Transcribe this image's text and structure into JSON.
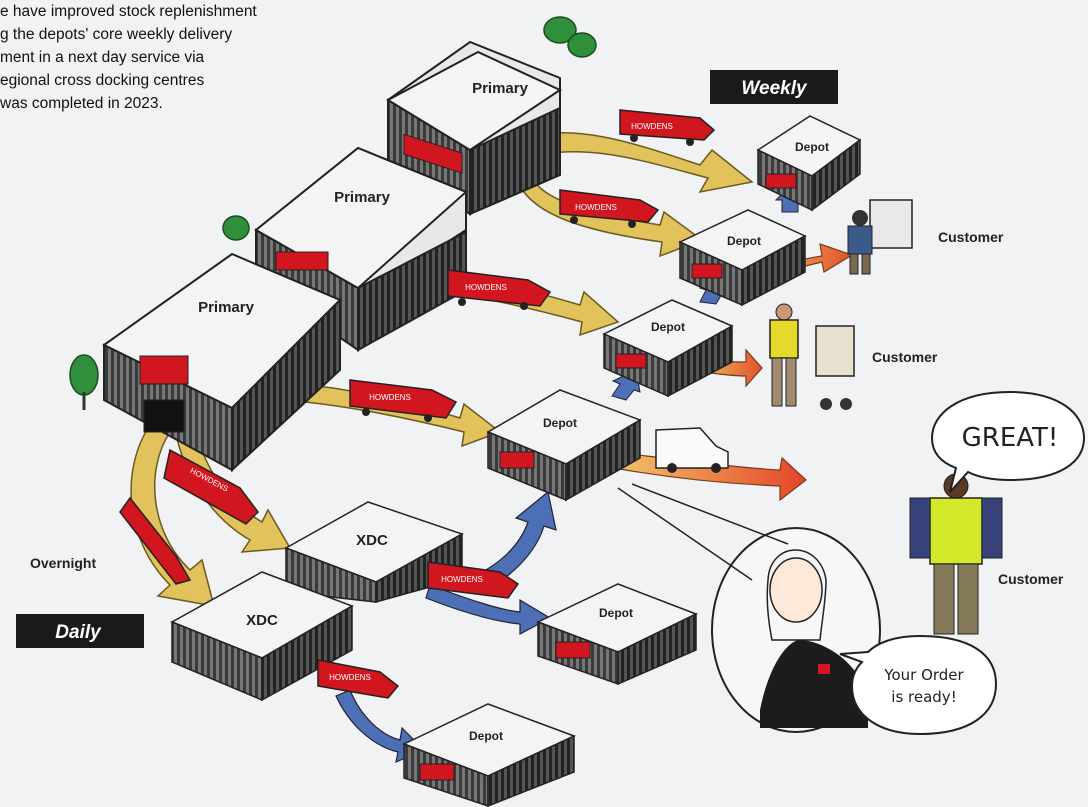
{
  "intro": {
    "lines": [
      "e have improved stock replenishment",
      "g the depots' core weekly delivery",
      "ment in a next day service via",
      "egional cross docking centres",
      " was completed in 2023."
    ]
  },
  "tags": {
    "weekly": "Weekly",
    "daily": "Daily",
    "overnight": "Overnight"
  },
  "buildings": {
    "primary": "Primary",
    "depot": "Depot",
    "xdc": "XDC",
    "sign": "HOWDENS"
  },
  "customers": {
    "label": "Customer"
  },
  "speech": {
    "great": "GREAT!",
    "ready_line1": "Your Order",
    "ready_line2": "is ready!"
  },
  "colors": {
    "tag_bg": "#1a1a1a",
    "howdens_red": "#d1161f",
    "arrow_yellow": "#e2c25b",
    "arrow_blue": "#4d6fb5",
    "arrow_orange": "#e8612c",
    "tree_green": "#2f8f3a"
  }
}
